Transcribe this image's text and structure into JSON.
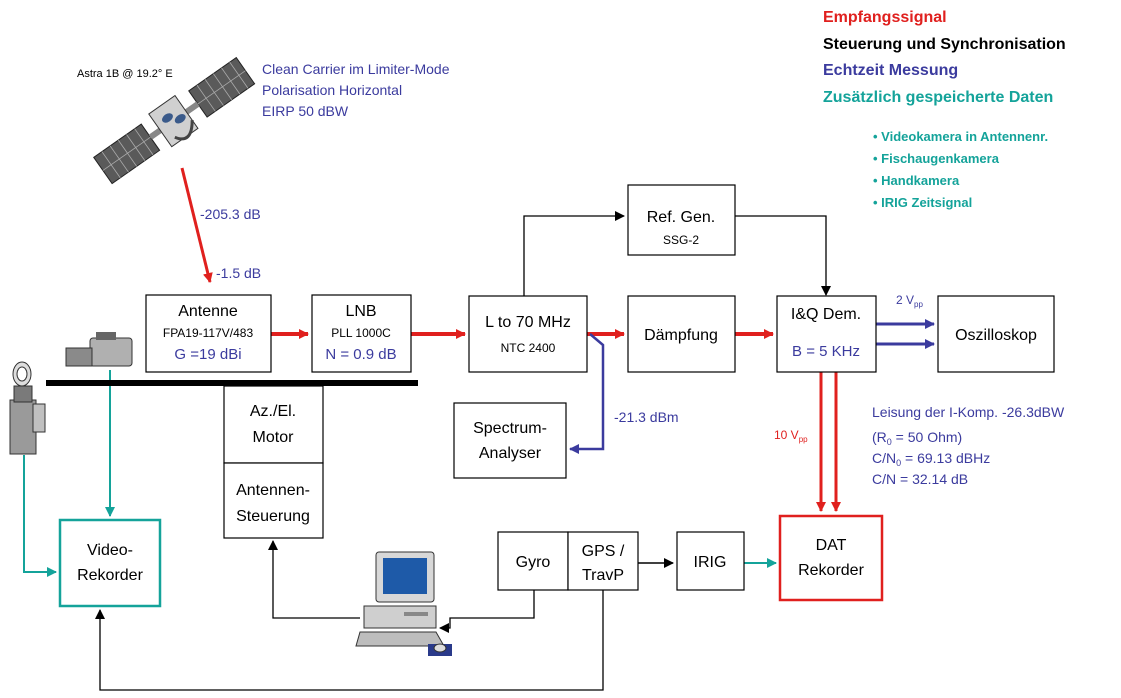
{
  "colors": {
    "signal": "#e0201e",
    "control": "#000000",
    "realtime": "#3b3b9e",
    "stored": "#14a39a"
  },
  "legend": {
    "signal": "Empfangssignal",
    "control": "Steuerung und Synchronisation",
    "realtime": "Echtzeit Messung",
    "stored": "Zusätzlich gespeicherte Daten",
    "bullets": [
      "• Videokamera in Antennenr.",
      "• Fischaugenkamera",
      "• Handkamera",
      "• IRIG Zeitsignal"
    ]
  },
  "satellite": {
    "label": "Astra 1B @ 19.2° E",
    "carrier": [
      "Clean Carrier im Limiter-Mode",
      "Polarisation Horizontal",
      "EIRP 50 dBW"
    ]
  },
  "losses": {
    "path": "-205.3 dB",
    "atmos": "-1.5 dB",
    "spectrum": "-21.3 dBm"
  },
  "blocks": {
    "antenne": [
      "Antenne",
      "FPA19-117V/483",
      "G =19 dBi"
    ],
    "lnb": [
      "LNB",
      "PLL 1000C",
      "N = 0.9 dB"
    ],
    "conv": [
      "L to 70 MHz",
      "NTC 2400"
    ],
    "daempfung": "Dämpfung",
    "refgen": [
      "Ref. Gen.",
      "SSG-2"
    ],
    "iq": [
      "I&Q Dem.",
      "B = 5 KHz"
    ],
    "osz": "Oszilloskop",
    "spectrum": [
      "Spectrum-",
      "Analyser"
    ],
    "motor": [
      "Az./El.",
      "Motor"
    ],
    "steuerung": [
      "Antennen-",
      "Steuerung"
    ],
    "video": [
      "Video-",
      "Rekorder"
    ],
    "gyro": "Gyro",
    "gps": [
      "GPS /",
      "TravP"
    ],
    "irig": "IRIG",
    "dat": [
      "DAT",
      "Rekorder"
    ]
  },
  "levels": {
    "osc_v": "2 V",
    "osc_sub": "pp",
    "dat_v": "10 V",
    "dat_sub": "pp"
  },
  "measure": {
    "line1": "Leisung der I-Komp. -26.3dBW",
    "r0_pre": "(R",
    "r0_sub": "0",
    "r0_post": " = 50 Ohm)",
    "cn0_pre": "C/N",
    "cn0_sub": "0",
    "cn0_post": " = 69.13  dBHz",
    "cn": "C/N =  32.14 dB"
  }
}
